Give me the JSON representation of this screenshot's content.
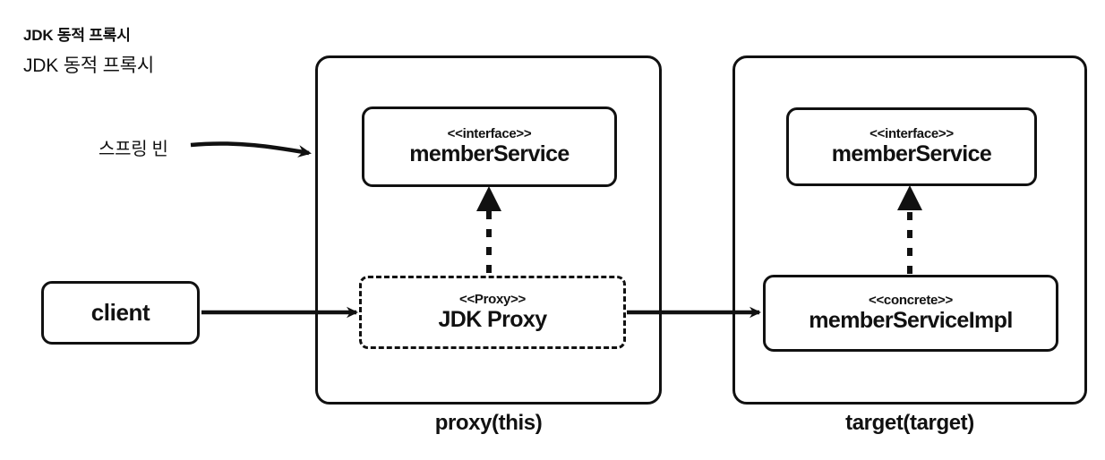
{
  "titles": {
    "line1": "JDK 동적 프록시",
    "line2": "JDK 동적 프록시"
  },
  "labels": {
    "spring_bean": "스프링 빈"
  },
  "client": {
    "name": "client"
  },
  "proxy_container": {
    "caption": "proxy(this)",
    "interface_node": {
      "stereotype": "<<interface>>",
      "name": "memberService"
    },
    "proxy_node": {
      "stereotype": "<<Proxy>>",
      "name": "JDK Proxy"
    }
  },
  "target_container": {
    "caption": "target(target)",
    "interface_node": {
      "stereotype": "<<interface>>",
      "name": "memberService"
    },
    "concrete_node": {
      "stereotype": "<<concrete>>",
      "name": "memberServiceImpl"
    }
  },
  "colors": {
    "stroke": "#111111",
    "background": "#ffffff"
  }
}
